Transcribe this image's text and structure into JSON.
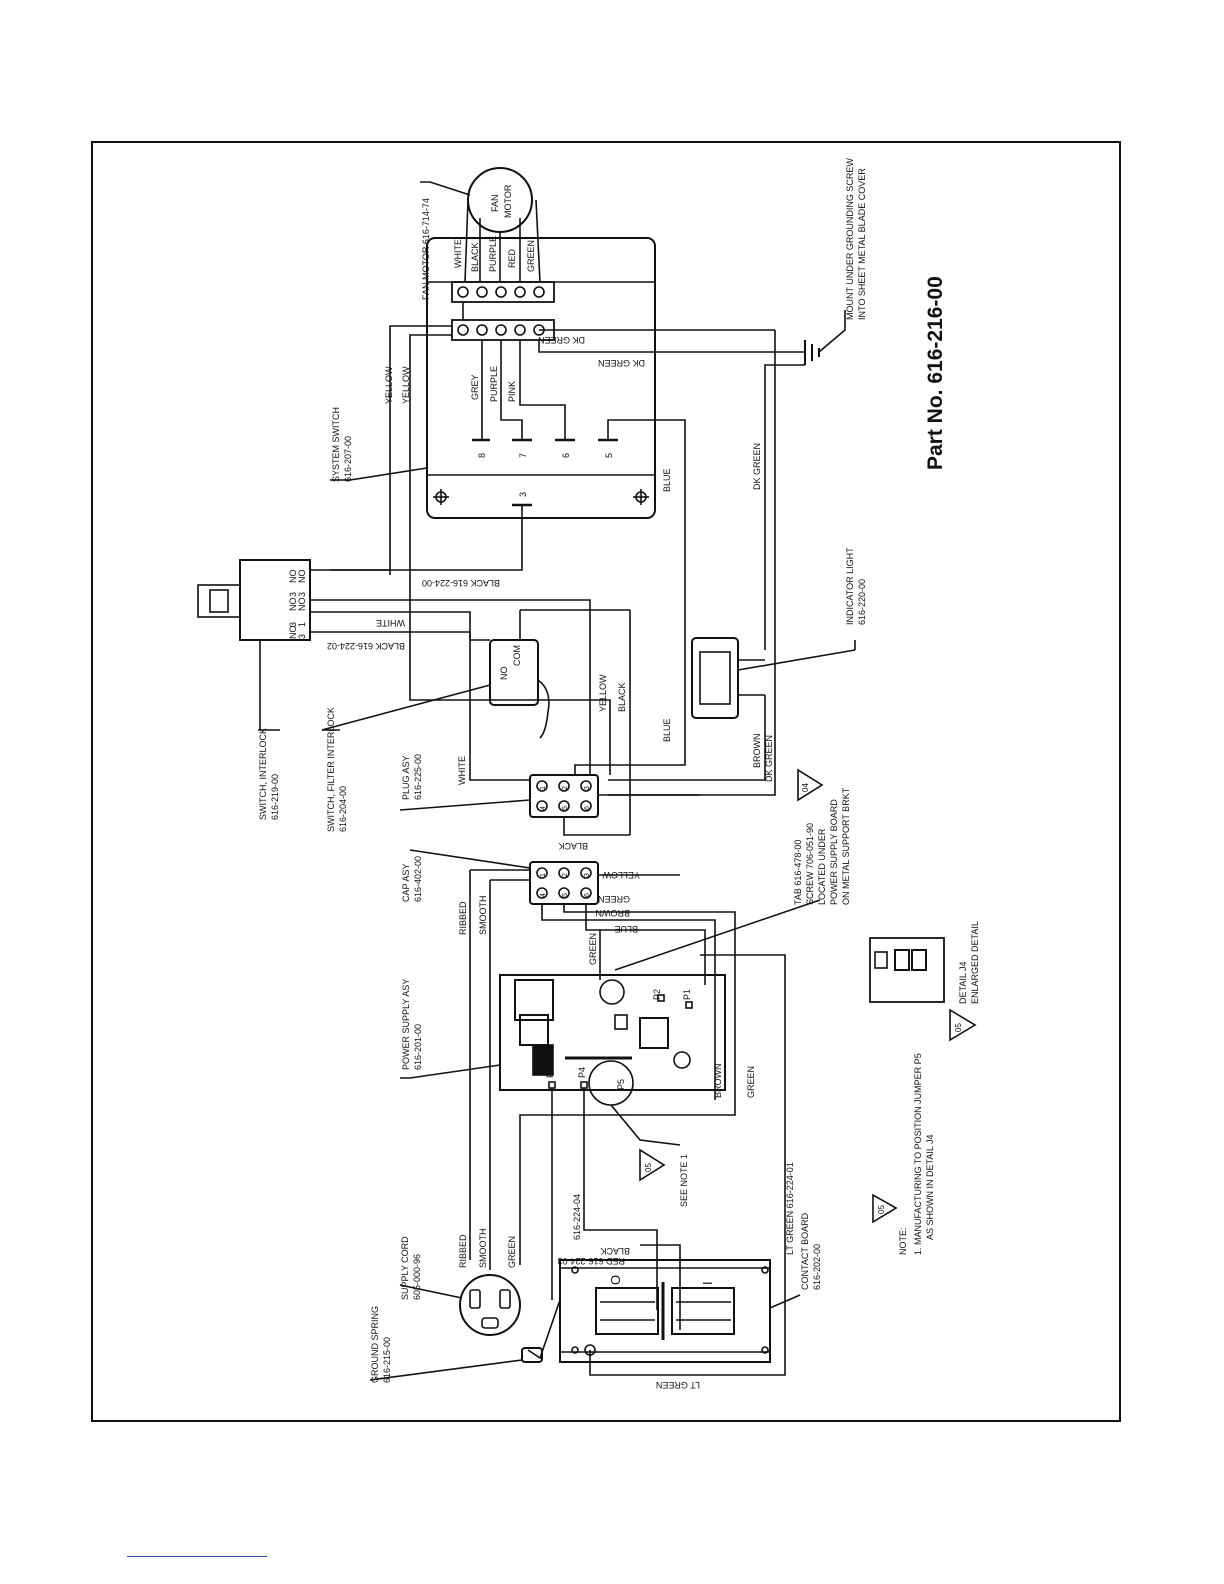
{
  "part_number": "Part No. 616-216-00",
  "components": {
    "fan_motor": {
      "label": "FAN MOTOR 616-714-74",
      "body": [
        "FAN",
        "MOTOR"
      ]
    },
    "fan_wires": [
      "WHITE",
      "BLACK",
      "PURPLE",
      "RED",
      "GREEN"
    ],
    "terminal_wires": [
      "GREY",
      "PURPLE",
      "PINK"
    ],
    "yellow_a": "YELLOW",
    "yellow_b": "YELLOW",
    "dk_green_a": "DK GREEN",
    "dk_green_b": "DK GREEN",
    "dk_green_c": "DK GREEN",
    "dk_green_d": "DK GREEN",
    "ground_note": [
      "MOUNT UNDER GROUNDING SCREW",
      "INTO SHEET METAL BLADE COVER"
    ],
    "system_switch": {
      "label": [
        "SYSTEM SWITCH",
        "616-207-00"
      ],
      "pins": [
        "8",
        "7",
        "6",
        "5",
        "3"
      ],
      "blue": "BLUE"
    },
    "black_616_224_00": "BLACK 616-224-00",
    "black_616_224_02": "BLACK 616-224-02",
    "white_a": "WHITE",
    "white_b": "WHITE",
    "interlock_switch": {
      "label": [
        "SWITCH, INTERLOCK",
        "616-219-00"
      ],
      "pins": [
        "NO",
        "3",
        "NO",
        "NO",
        "3",
        "NO",
        "1",
        "3",
        "NO",
        "3"
      ]
    },
    "filter_interlock": {
      "label": [
        "SWITCH, FILTER INTERLOCK",
        "616-204-00"
      ],
      "no": "NO",
      "com": "COM"
    },
    "yellow_c": "YELLOW",
    "black_c": "BLACK",
    "blue_c": "BLUE",
    "indicator_light": {
      "label": [
        "INDICATOR LIGHT",
        "616-220-00"
      ]
    },
    "brown_a": "BROWN",
    "plug_asy": {
      "label": [
        "PLUG ASY",
        "616-225-00"
      ],
      "pins": [
        "1",
        "2",
        "3",
        "4",
        "5",
        "6"
      ]
    },
    "black_d": "BLACK",
    "note_04": "04",
    "cap_asy": {
      "label": [
        "CAP ASY",
        "616-402-00"
      ],
      "pins": [
        "1",
        "2",
        "3",
        "4",
        "5",
        "6"
      ]
    },
    "cap_wires": [
      "YELLOW",
      "GREEN",
      "BROWN",
      "BLUE"
    ],
    "ribbed_a": "RIBBED",
    "smooth_a": "SMOOTH",
    "tab_note": [
      "TAB 616-478-00",
      "SCREW 706-051-90",
      "LOCATED UNDER",
      "POWER SUPPLY BOARD",
      "ON METAL SUPPORT BRKT"
    ],
    "green_a": "GREEN",
    "power_supply": {
      "label": [
        "POWER SUPPLY ASY",
        "616-201-00"
      ],
      "ports": [
        "P1",
        "P2",
        "P3",
        "P4",
        "P5"
      ]
    },
    "brown_b": "BROWN",
    "green_b": "GREEN",
    "detail_j4": [
      "DETAIL J4",
      "ENLARGED DETAIL"
    ],
    "note_05_a": "05",
    "note_05_b": "05",
    "note_05_c": "05",
    "see_note": "SEE NOTE 1",
    "wire_616_224_04": "616-224-04",
    "black_e": "BLACK",
    "red_616_224_03": "RED 616-224-03",
    "lt_green_616_224_01": "LT GREEN 616-224-01",
    "lt_green_b": "LT GREEN",
    "supply_cord": {
      "label": [
        "SUPPLY CORD",
        "605-000-96"
      ]
    },
    "ribbed_b": "RIBBED",
    "smooth_b": "SMOOTH",
    "green_c": "GREEN",
    "ground_spring": {
      "label": [
        "GROUND SPRING",
        "616-215-00"
      ]
    },
    "contact_board": {
      "label": [
        "CONTACT BOARD",
        "616-202-00"
      ],
      "symbols": [
        "O",
        "I"
      ]
    },
    "note_text": [
      "NOTE:",
      "1. MANUFACTURING TO POSITION JUMPER P5",
      "AS SHOWN IN DETAIL J4"
    ]
  }
}
